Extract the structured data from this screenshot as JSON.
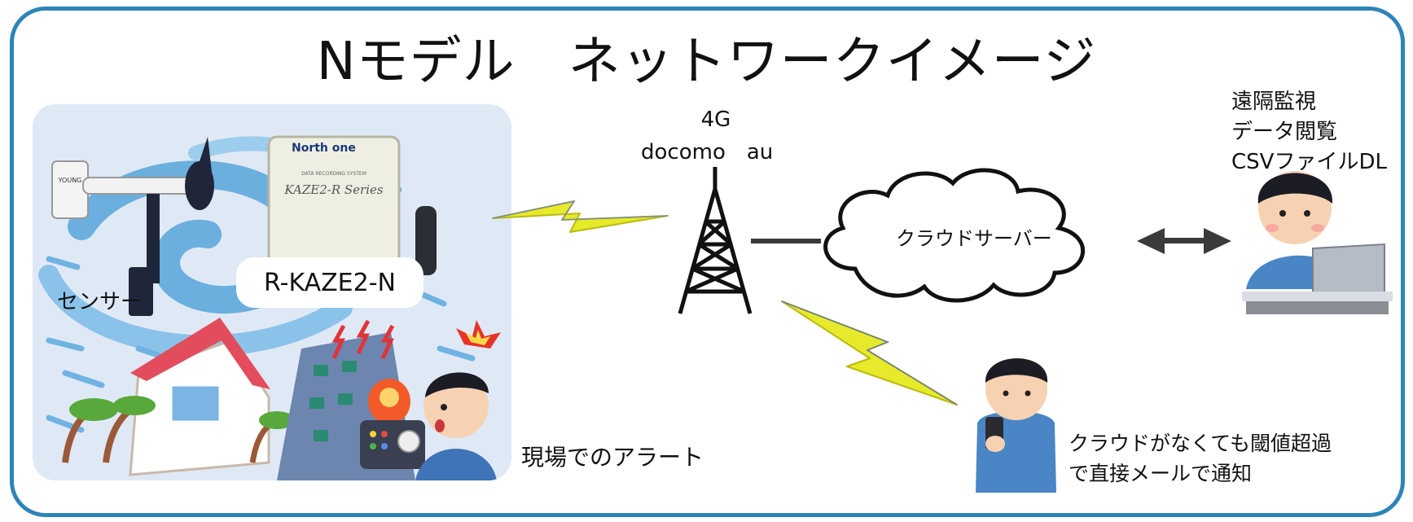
{
  "title": "Nモデル　ネットワークイメージ",
  "site": {
    "sensor_label": "センサー",
    "device_label": "R-KAZE2-N",
    "brand": "North one",
    "device_plate": "KAZE2-R Series",
    "device_small": "DATA RECORDING SYSTEM",
    "sensor_brand": "YOUNG",
    "alert_label": "現場でのアラート"
  },
  "network": {
    "line1": "4G",
    "line2": "docomo　au"
  },
  "cloud": {
    "label": "クラウドサーバー"
  },
  "remote": {
    "lines": [
      "遠隔監視",
      "データ閲覧",
      "CSVファイルDL"
    ]
  },
  "mail": {
    "lines": [
      "クラウドがなくても閾値超過",
      "で直接メールで通知"
    ]
  },
  "colors": {
    "frame": "#2e84b8",
    "panel": "#dfe9f5",
    "bolt": "#e6ea2a",
    "arrow": "#3a3a3a"
  }
}
